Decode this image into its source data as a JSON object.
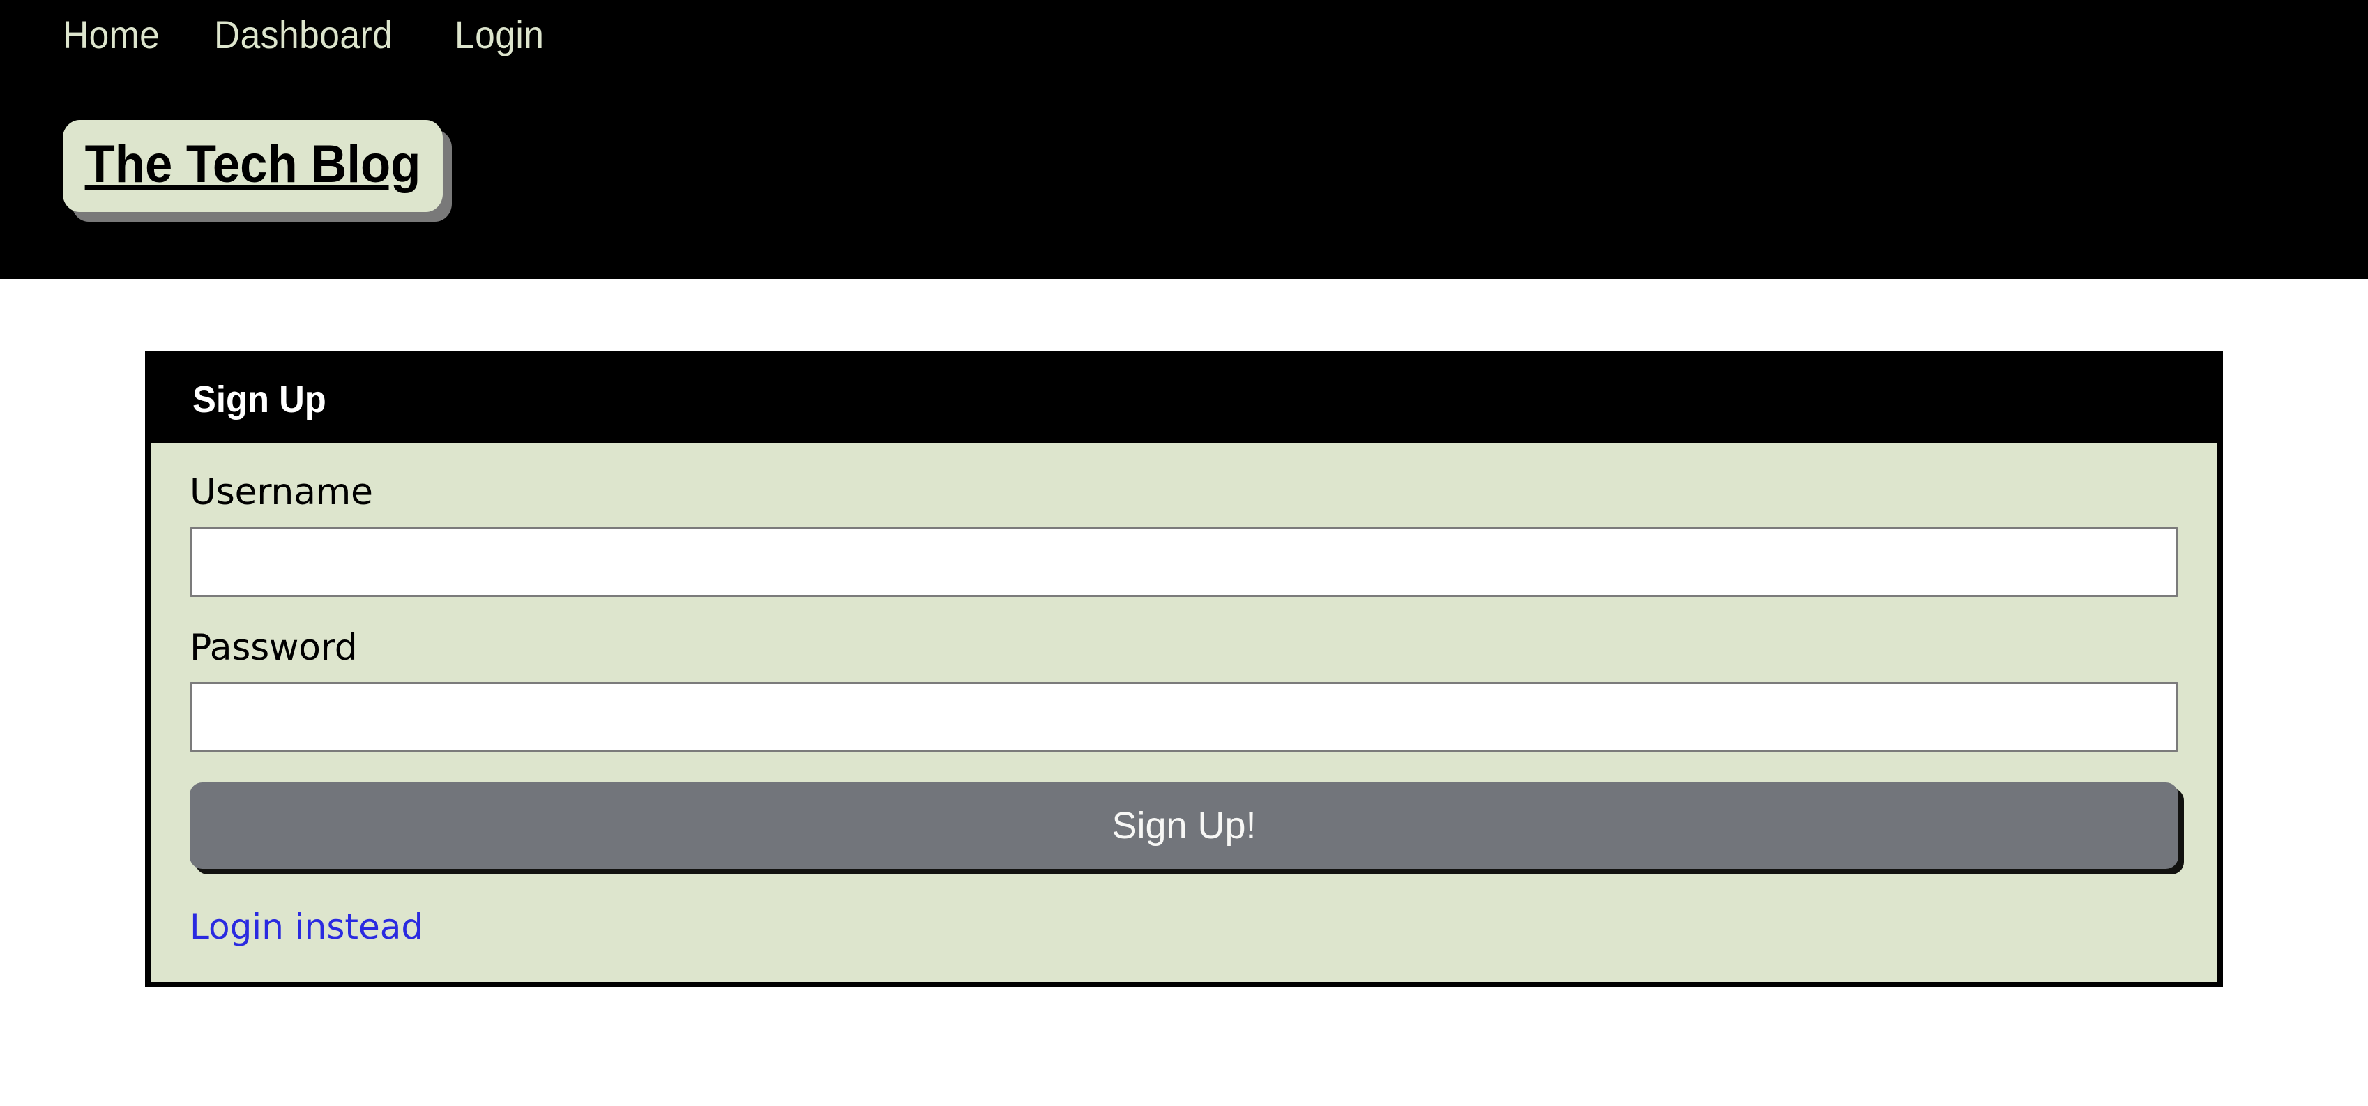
{
  "header": {
    "background_color": "#000000",
    "nav": {
      "items": [
        {
          "label": "Home",
          "name": "nav-link-home"
        },
        {
          "label": "Dashboard",
          "name": "nav-link-dashboard"
        },
        {
          "label": "Login",
          "name": "nav-link-login"
        }
      ]
    },
    "brand": {
      "label": "The Tech Blog",
      "background_color": "#dde5cd",
      "text_color": "#000000",
      "shadow_color": "#808080"
    },
    "nav_link_color": "#dde5cd"
  },
  "card": {
    "title": "Sign Up",
    "title_color": "#ffffff",
    "header_background": "#000000",
    "body_background": "#dde5cd",
    "border_color": "#000000",
    "fields": [
      {
        "label": "Username",
        "value": "",
        "placeholder": "",
        "type": "text",
        "name": "username"
      },
      {
        "label": "Password",
        "value": "",
        "placeholder": "",
        "type": "password",
        "name": "password"
      }
    ],
    "submit": {
      "label": "Sign Up!",
      "background_color": "#72757b",
      "text_color": "#f7f7f5"
    },
    "alt_link": {
      "label": "Login instead",
      "color": "#2a2ae0"
    }
  },
  "page": {
    "background_color": "#ffffff"
  }
}
